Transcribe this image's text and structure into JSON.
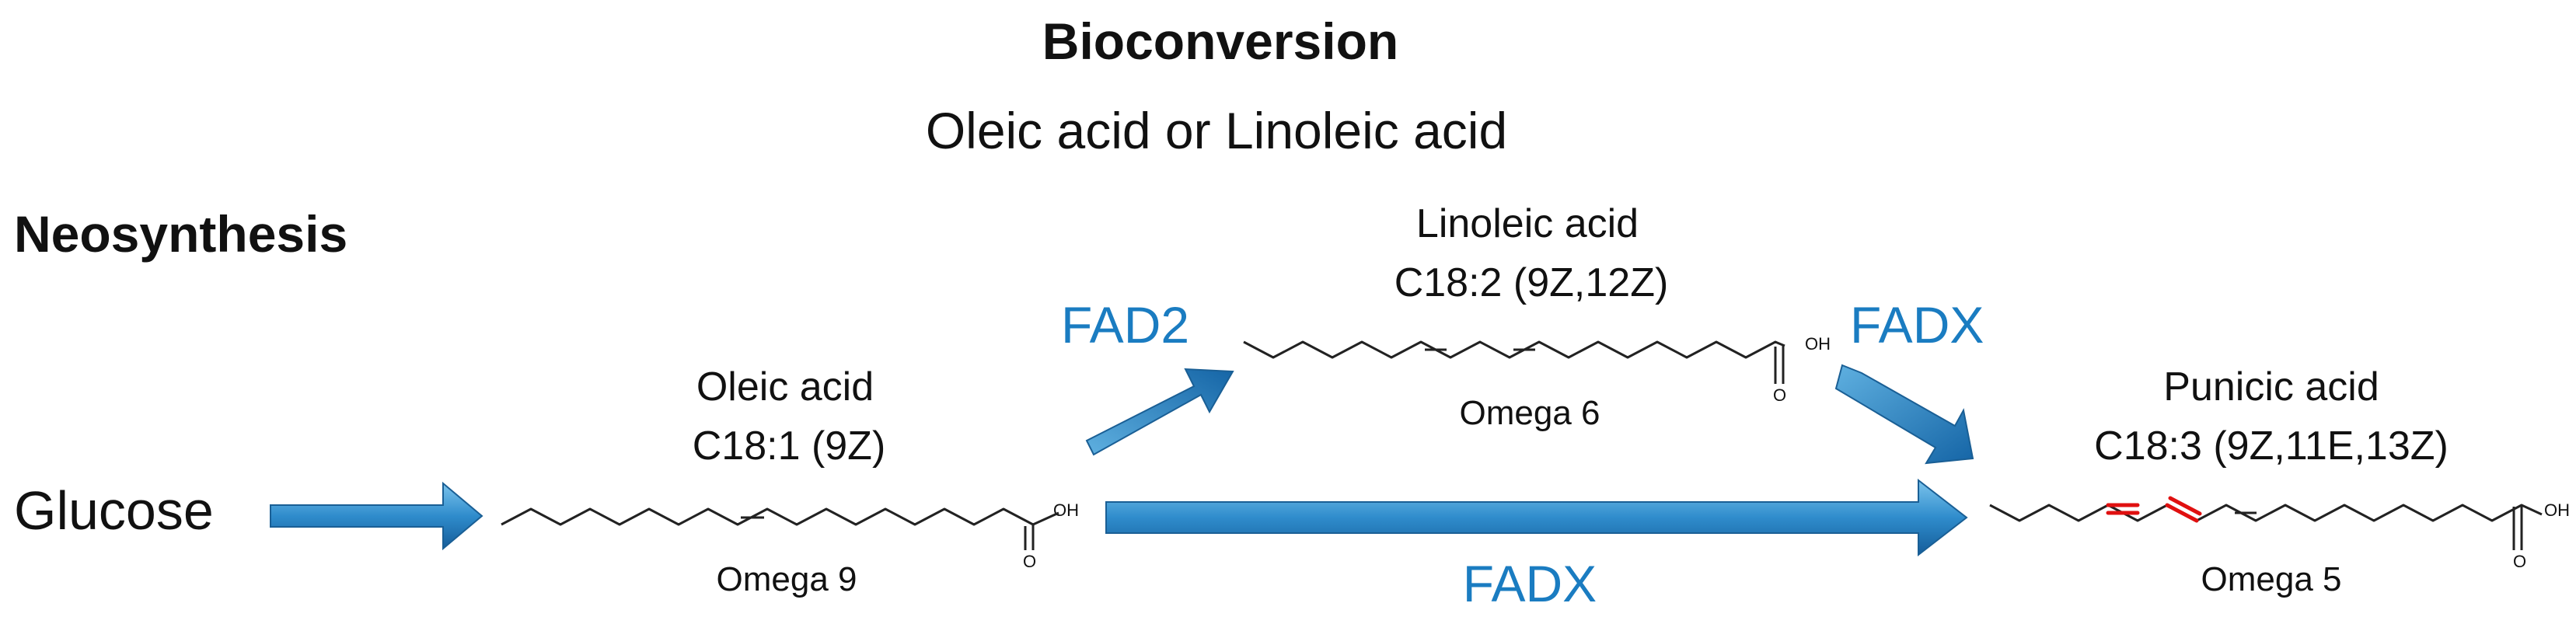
{
  "headings": {
    "bioconversion": "Bioconversion",
    "substrate": "Oleic acid or Linoleic acid",
    "neosynthesis": "Neosynthesis"
  },
  "start": {
    "label": "Glucose"
  },
  "molecules": {
    "oleic": {
      "name": "Oleic acid",
      "formula": "C18:1 (9Z)",
      "family": "Omega 9",
      "group": "OH",
      "carbonyl": "O"
    },
    "linoleic": {
      "name": "Linoleic acid",
      "formula": "C18:2 (9Z,12Z)",
      "family": "Omega 6",
      "group": "OH",
      "carbonyl": "O"
    },
    "punicic": {
      "name": "Punicic acid",
      "formula": "C18:3 (9Z,11E,13Z)",
      "family": "Omega 5",
      "group": "OH",
      "carbonyl": "O"
    }
  },
  "enzymes": {
    "fad2": "FAD2",
    "fadx_upper": "FADX",
    "fadx_lower": "FADX"
  },
  "colors": {
    "enzyme_text": "#1a7cc1",
    "arrow_light": "#5fb0e0",
    "arrow_dark": "#1565a6",
    "highlight_bond": "#e01010",
    "bond": "#222222"
  }
}
